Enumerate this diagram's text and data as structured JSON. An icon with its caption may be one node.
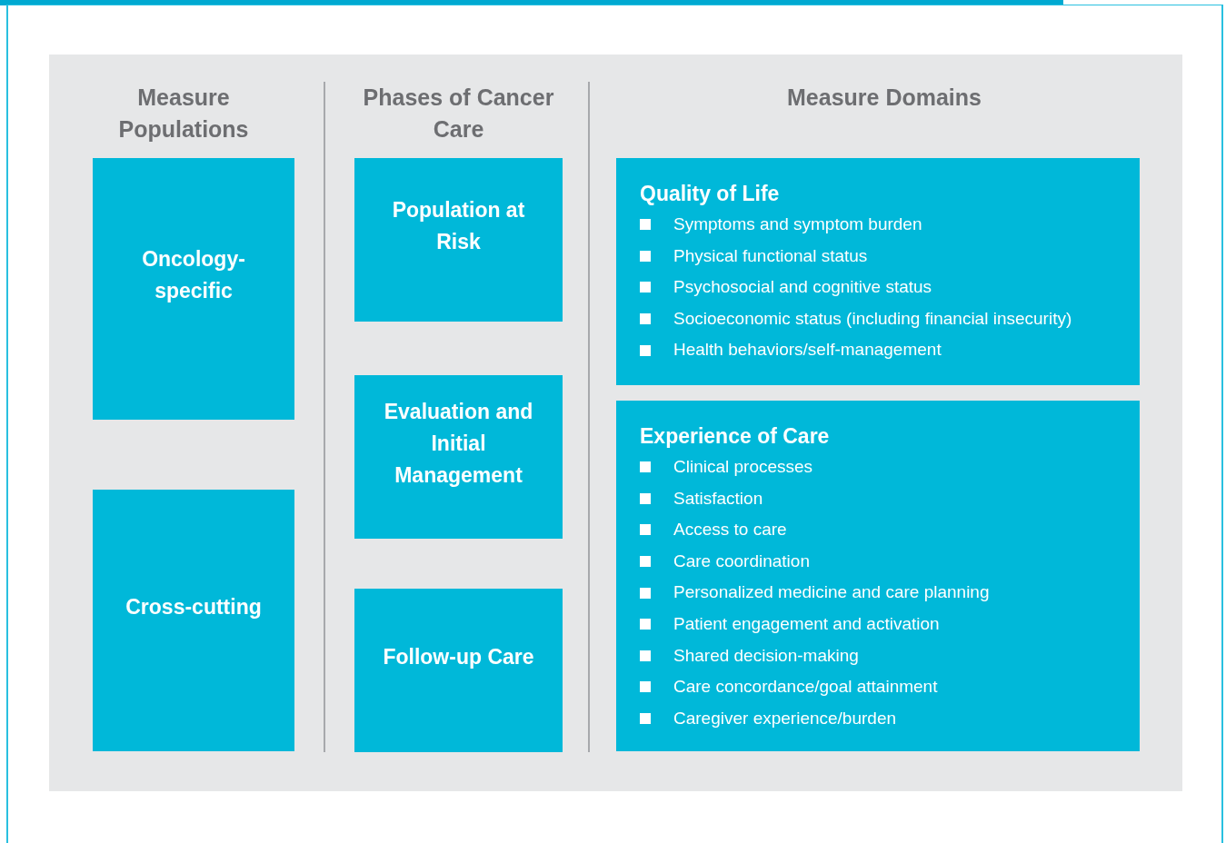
{
  "diagram": {
    "nodes": [
      {
        "text": [
          "Oncology-specific"
        ]
      },
      {
        "text": [
          "Cross-cutting"
        ]
      },
      {
        "text": [
          "Population at Risk"
        ]
      },
      {
        "text": [
          "Evaluation and Initial Management"
        ]
      },
      {
        "text": [
          "Follow-up Care"
        ]
      },
      {
        "text": [
          "Quality of Life",
          "Symptoms and symptom burden",
          "Physical functional status",
          "Psychosocial and cognitive status",
          "Socioeconomic status (including financial insecurity)",
          "Health behaviors/self-management"
        ]
      },
      {
        "text": [
          "Experience of Care",
          "Clinical processes",
          "Satisfaction",
          "Access to care",
          "Care coordination",
          "Personalized medicine and care planning",
          "Patient engagement and activation",
          "Shared decision-making",
          "Care concordance/goal attainment",
          "Caregiver experience/burden"
        ]
      }
    ],
    "labels": [
      "Measure Populations",
      "Phases of Cancer Care",
      "Measure Domains"
    ]
  }
}
